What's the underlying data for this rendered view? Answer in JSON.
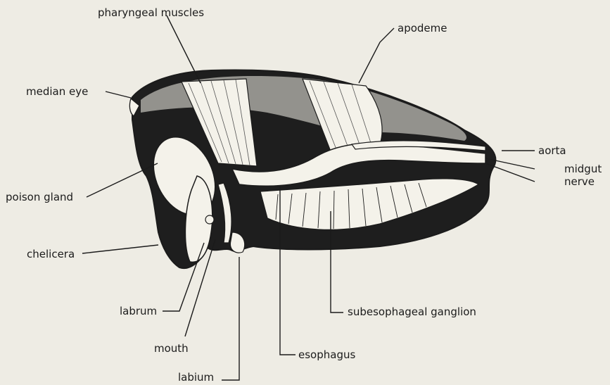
{
  "labels": {
    "pharyngeal_muscles": "pharyngeal muscles",
    "apodeme": "apodeme",
    "median_eye": "median eye",
    "aorta": "aorta",
    "midgut": "midgut",
    "nerve": "nerve",
    "poison_gland": "poison gland",
    "chelicera": "chelicera",
    "labrum": "labrum",
    "mouth": "mouth",
    "esophagus": "esophagus",
    "subesophageal_ganglion": "subesophageal ganglion",
    "labium": "labium"
  },
  "colors": {
    "background": "#eeece4",
    "tissue_dark": "#1e1e1e",
    "tissue_light": "#f4f2ea",
    "outline": "#1b1b1b"
  }
}
